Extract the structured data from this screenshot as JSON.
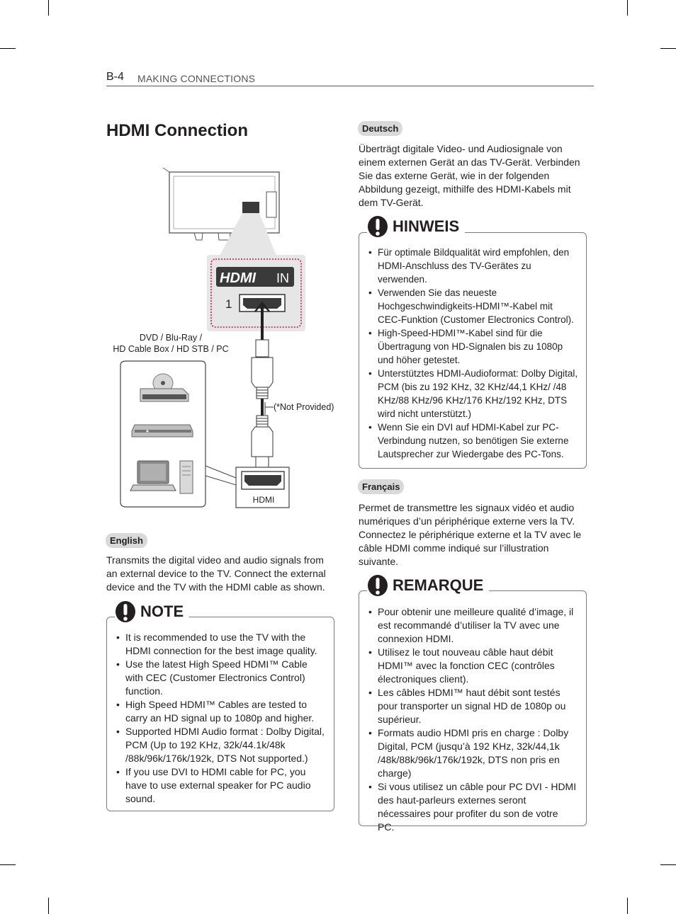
{
  "header": {
    "page_number": "B-4",
    "section": "MAKING CONNECTIONS"
  },
  "title": "HDMI Connection",
  "diagram": {
    "device_caption_line1": "DVD / Blu-Ray /",
    "device_caption_line2": "HD Cable Box / HD STB / PC",
    "cable_note": "(*Not Provided)",
    "port_number": "1",
    "port_badge": "HDMI",
    "port_badge_suffix": "IN",
    "device_port_label": "HDMI"
  },
  "english": {
    "lang": "English",
    "body": "Transmits the digital video and audio signals from an external device to the TV. Connect the external device and the TV with the HDMI cable as shown.",
    "note_title": "NOTE",
    "notes": [
      "It is recommended to use the TV with the HDMI connection for the best image quality.",
      "Use the latest High Speed HDMI™ Cable with CEC (Customer Electronics Control) function.",
      "High Speed HDMI™ Cables are tested to carry an HD signal up to 1080p and higher.",
      "Supported HDMI Audio format : Dolby Digital, PCM (Up to 192 KHz, 32k/44.1k/48k /88k/96k/176k/192k, DTS Not supported.)",
      "If you use DVI to HDMI cable for PC, you have to use external speaker for PC audio sound."
    ]
  },
  "deutsch": {
    "lang": "Deutsch",
    "body": "Überträgt digitale Video- und Audiosignale von einem externen Gerät an das TV-Gerät. Verbinden Sie das externe Gerät, wie in der folgenden Abbildung gezeigt, mithilfe des HDMI-Kabels mit dem TV-Gerät.",
    "note_title": "HINWEIS",
    "notes": [
      "Für optimale Bildqualität wird empfohlen, den HDMI-Anschluss des TV-Gerätes zu verwenden.",
      "Verwenden Sie das neueste Hochgeschwindigkeits-HDMI™-Kabel mit CEC-Funktion (Customer Electronics Control).",
      "High-Speed-HDMI™-Kabel sind für die Übertragung von HD-Signalen bis zu 1080p und höher getestet.",
      "Unterstütztes HDMI-Audioformat: Dolby Digital, PCM (bis zu 192 KHz, 32 KHz/44,1 KHz/ /48 KHz/88 KHz/96 KHz/176 KHz/192 KHz, DTS wird nicht unterstützt.)",
      "Wenn Sie ein DVI auf HDMI-Kabel zur PC-Verbindung nutzen, so benötigen Sie externe Lautsprecher zur Wiedergabe des PC-Tons."
    ]
  },
  "francais": {
    "lang": "Français",
    "body": "Permet de transmettre les signaux vidéo et audio numériques d’un périphérique externe vers la TV. Connectez le périphérique externe et la TV avec le câble HDMI comme indiqué sur l’illustration suivante.",
    "note_title": "REMARQUE",
    "notes": [
      "Pour obtenir une meilleure qualité d’image, il est recommandé d’utiliser la TV avec une connexion HDMI.",
      "Utilisez le tout nouveau câble haut débit HDMI™ avec la fonction CEC (contrôles électroniques client).",
      "Les câbles HDMI™ haut débit sont testés pour transporter un signal HD de 1080p ou supérieur.",
      "Formats audio HDMI pris en charge : Dolby Digital, PCM (jusqu’à 192 KHz, 32k/44,1k /48k/88k/96k/176k/192k, DTS non pris en charge)",
      "Si vous utilisez un câble pour PC DVI - HDMI des haut-parleurs externes seront nécessaires pour profiter du son de votre PC."
    ]
  }
}
